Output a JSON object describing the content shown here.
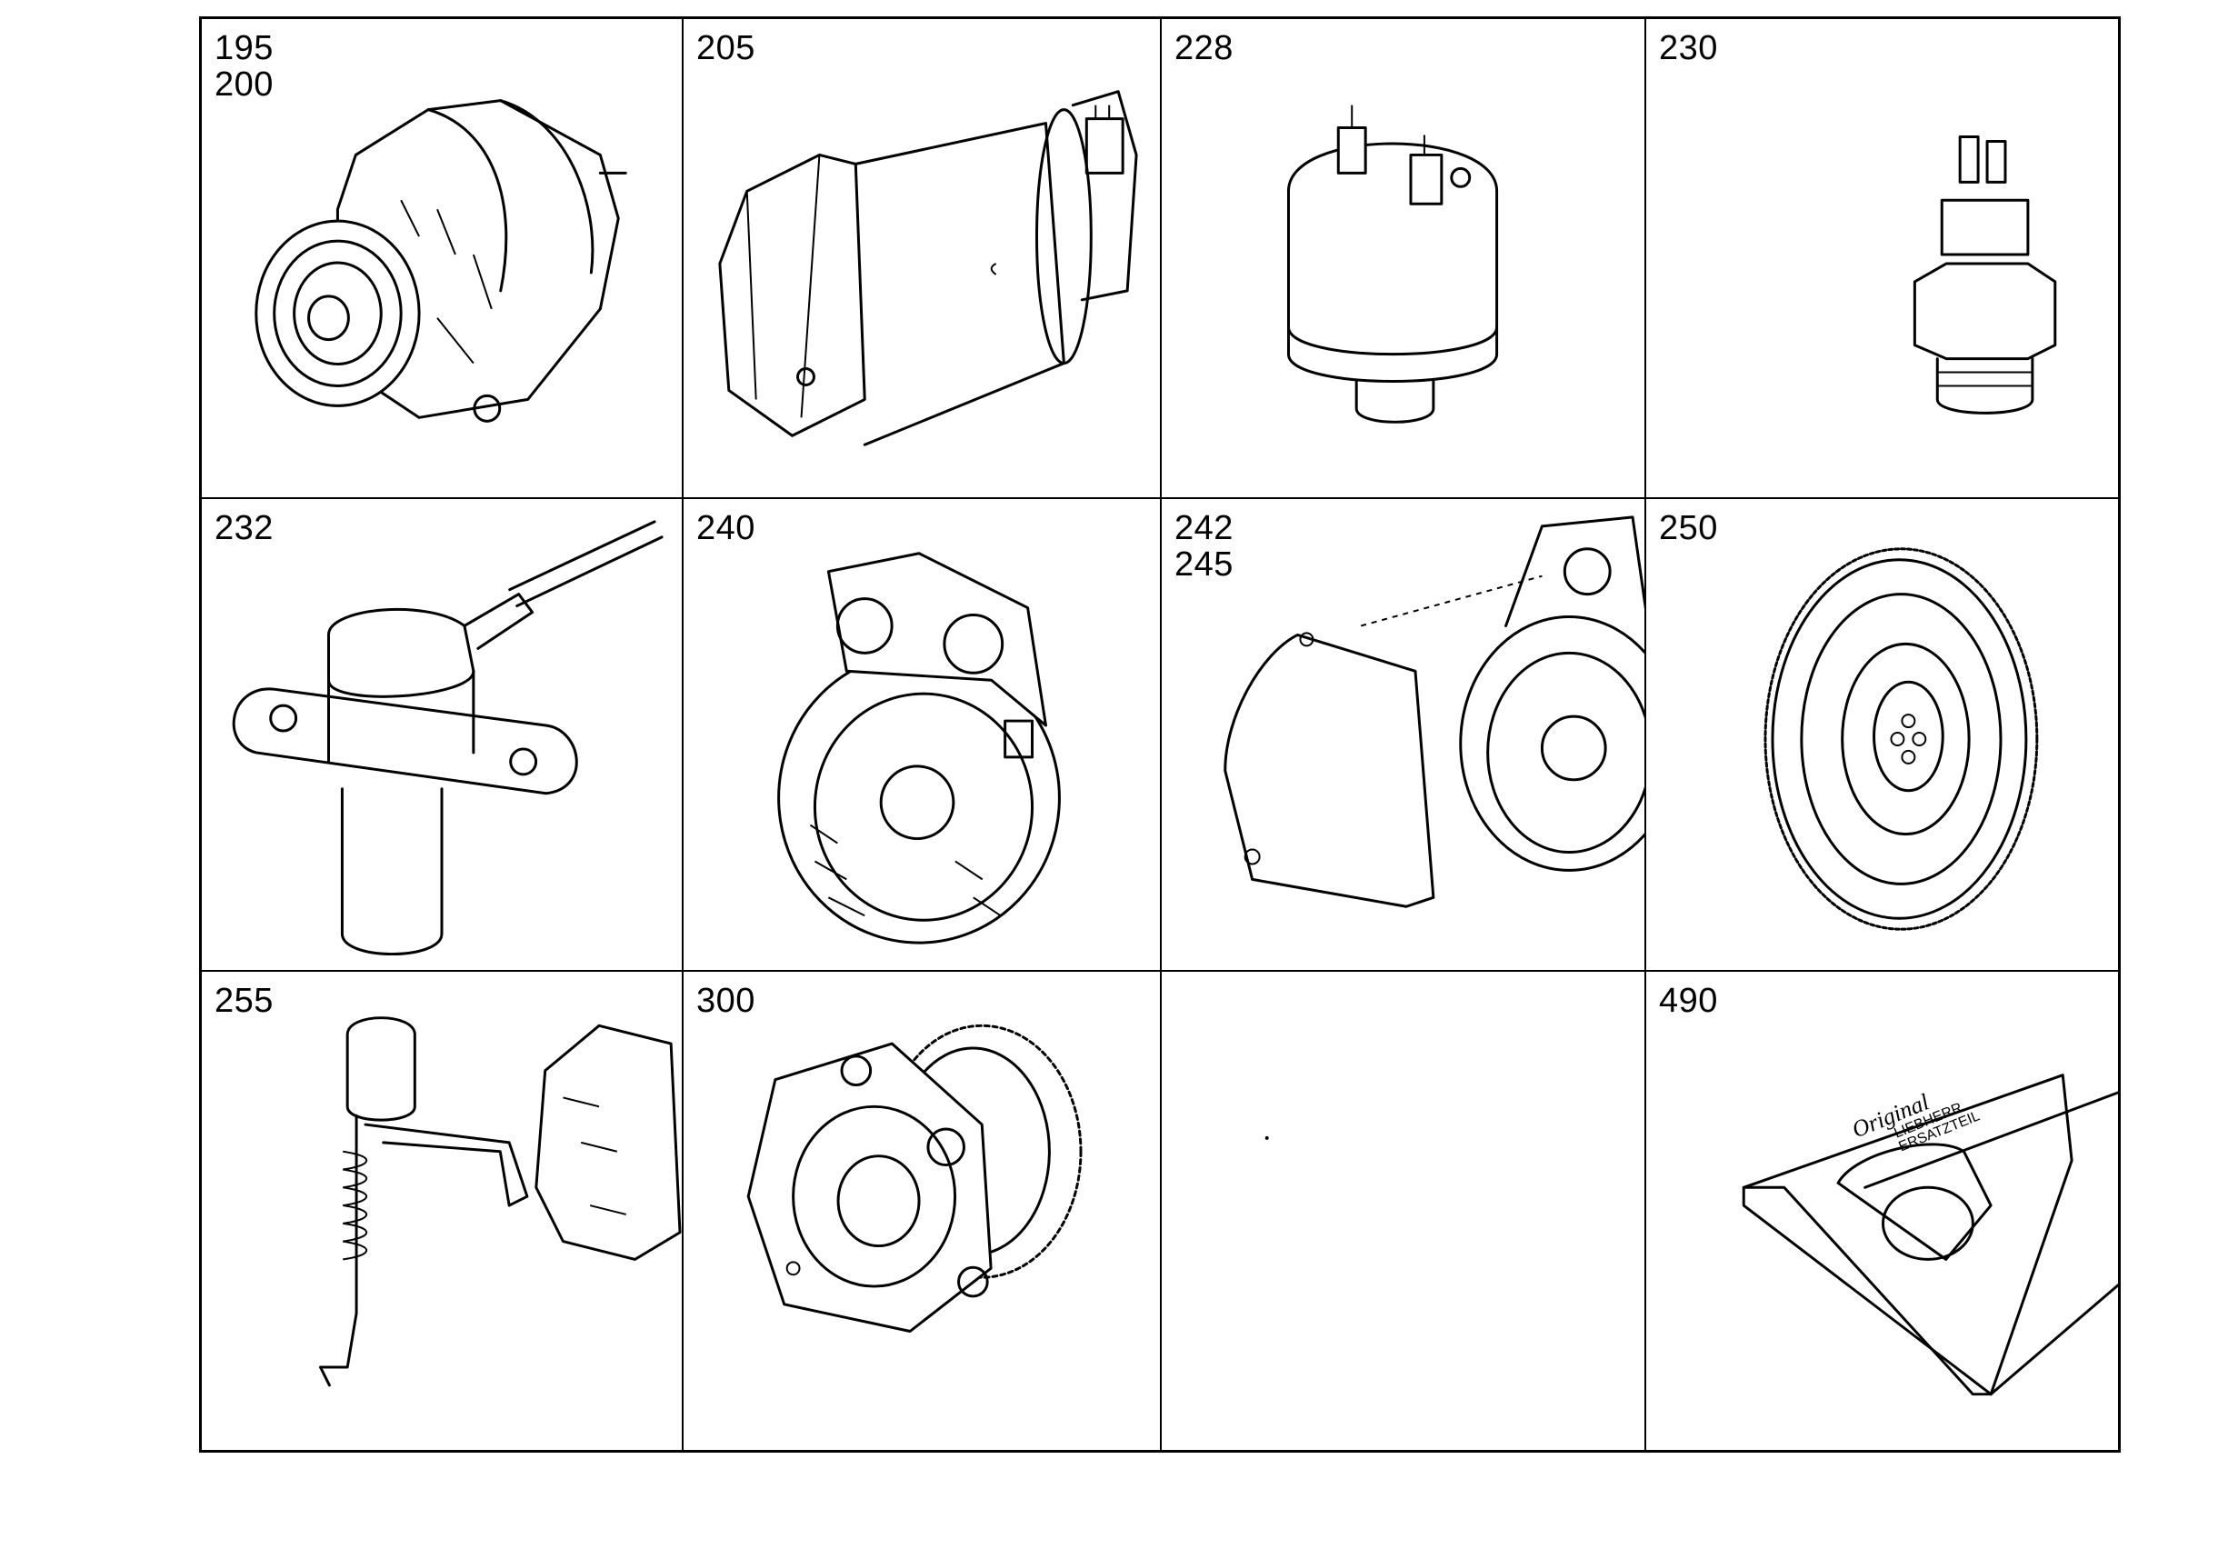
{
  "cells": [
    {
      "labels": [
        "195",
        "200"
      ],
      "icon": "alternator-icon"
    },
    {
      "labels": [
        "205"
      ],
      "icon": "starter-motor-icon"
    },
    {
      "labels": [
        "228"
      ],
      "icon": "pressure-sender-icon"
    },
    {
      "labels": [
        "230"
      ],
      "icon": "temperature-sender-icon"
    },
    {
      "labels": [
        "232"
      ],
      "icon": "speed-sensor-icon"
    },
    {
      "labels": [
        "240"
      ],
      "icon": "brush-holder-icon"
    },
    {
      "labels": [
        "242",
        "245"
      ],
      "icon": "end-cover-icon"
    },
    {
      "labels": [
        "250"
      ],
      "icon": "flywheel-ring-gear-icon"
    },
    {
      "labels": [
        "255"
      ],
      "icon": "stop-solenoid-icon"
    },
    {
      "labels": [
        "300"
      ],
      "icon": "pump-drive-icon"
    },
    {
      "labels": [],
      "icon": ""
    },
    {
      "labels": [
        "490"
      ],
      "icon": "parts-box-icon"
    }
  ],
  "box_text": {
    "brand": "Original",
    "lines": [
      "LIEBHERR",
      "ERSATZTEIL"
    ]
  }
}
